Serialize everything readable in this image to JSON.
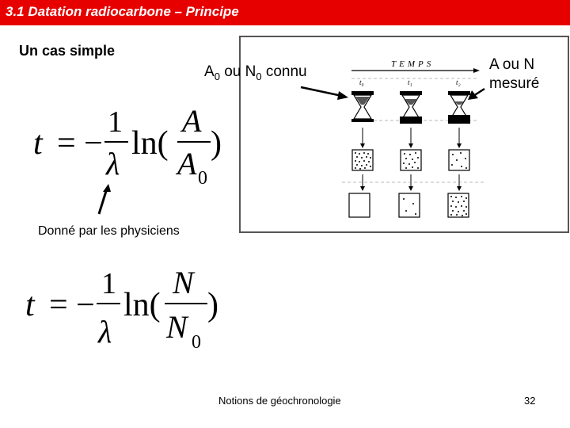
{
  "header": {
    "title": "3.1 Datation radiocarbone – Principe",
    "color": "#e60000"
  },
  "subtitle": "Un cas simple",
  "formula1": {
    "lhs": "t",
    "eq": "= −",
    "num": "1",
    "den": "λ",
    "ln": "ln(",
    "frac_num": "A",
    "frac_den": "A",
    "frac_den_sub": "0",
    "close": ")"
  },
  "formula2": {
    "lhs": "t",
    "eq": "= −",
    "num": "1",
    "den": "λ",
    "ln": "ln(",
    "frac_num": "N",
    "frac_den": "N",
    "frac_den_sub": "0",
    "close": ")"
  },
  "label_known": {
    "a": "A",
    "a_sub": "0",
    "mid": " ou N",
    "n_sub": "0",
    "end": " connu"
  },
  "label_measured": {
    "line1": "A ou N",
    "line2": "mesuré"
  },
  "caption_physicists": "Donné par les physiciens",
  "figure": {
    "header_text": "TEMPS",
    "time_labels": [
      "t₀",
      "t₁",
      "t₂"
    ]
  },
  "footer": {
    "center": "Notions de géochronologie",
    "page": "32"
  }
}
